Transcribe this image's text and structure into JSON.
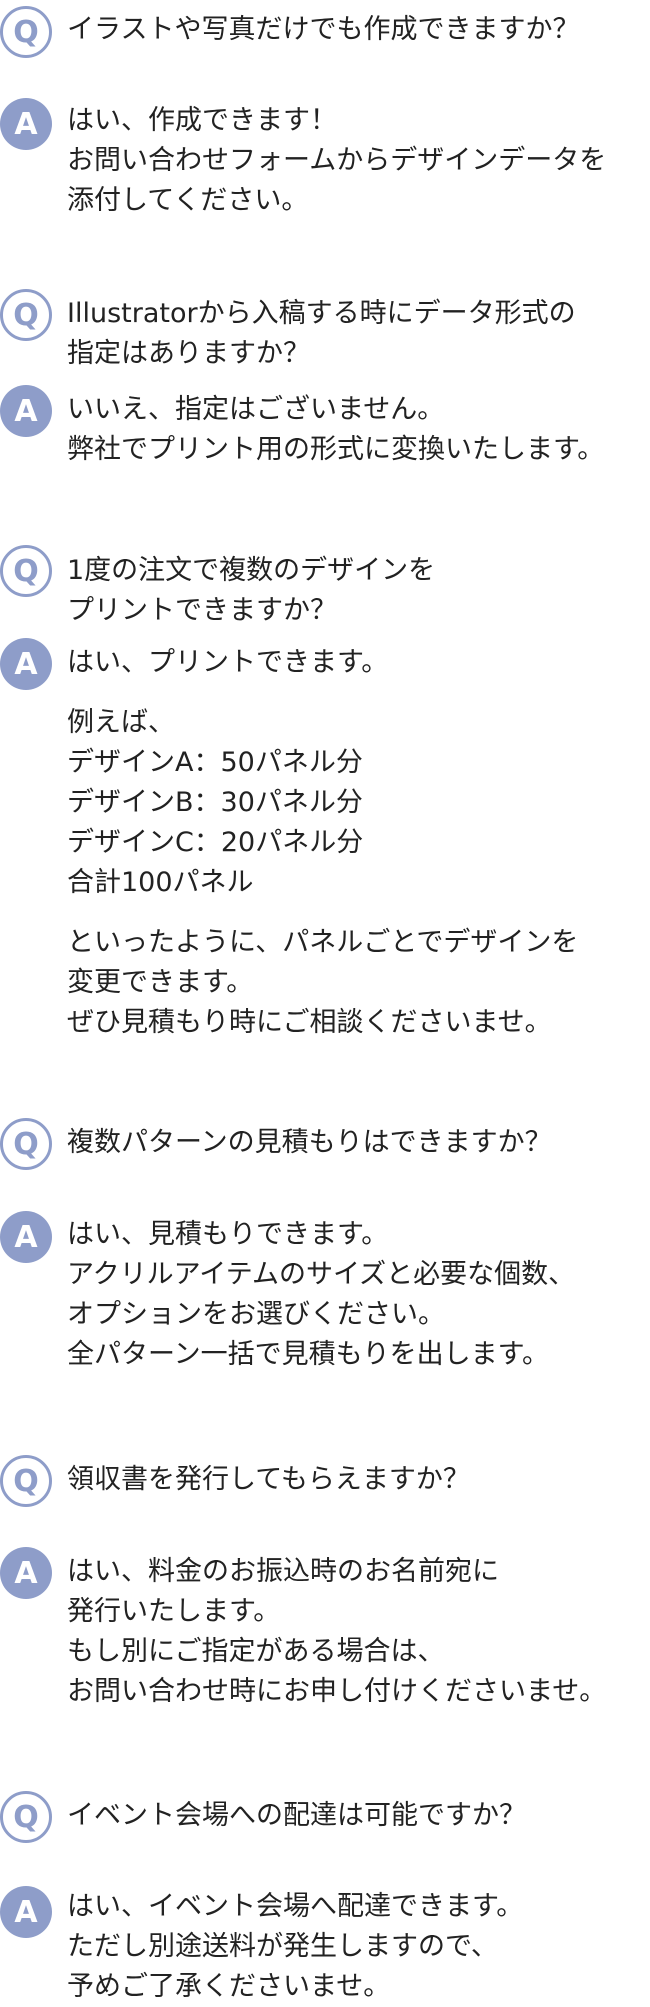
{
  "accent_color": "#8e9dc9",
  "badge": {
    "q": "Q",
    "a": "A"
  },
  "faq": [
    {
      "question": [
        "イラストや写真だけでも作成できますか？"
      ],
      "answer": [
        [
          "はい、作成できます！",
          "お問い合わせフォームからデザインデータを",
          "添付してください。"
        ]
      ]
    },
    {
      "question": [
        "Illustratorから入稿する時にデータ形式の",
        "指定はありますか？"
      ],
      "answer": [
        [
          "いいえ、指定はございません。",
          "弊社でプリント用の形式に変換いたします。"
        ]
      ]
    },
    {
      "question": [
        "1度の注文で複数のデザインを",
        "プリントできますか？"
      ],
      "answer": [
        [
          "はい、プリントできます。"
        ],
        [
          "例えば、",
          "デザインA：50パネル分",
          "デザインB：30パネル分",
          "デザインC：20パネル分",
          "合計100パネル"
        ],
        [
          "といったように、パネルごとでデザインを",
          "変更できます。",
          "ぜひ見積もり時にご相談くださいませ。"
        ]
      ]
    },
    {
      "question": [
        "複数パターンの見積もりはできますか？"
      ],
      "answer": [
        [
          "はい、見積もりできます。",
          "アクリルアイテムのサイズと必要な個数、",
          "オプションをお選びください。",
          "全パターン一括で見積もりを出します。"
        ]
      ]
    },
    {
      "question": [
        "領収書を発行してもらえますか？"
      ],
      "answer": [
        [
          "はい、料金のお振込時のお名前宛に",
          "発行いたします。",
          "もし別にご指定がある場合は、",
          "お問い合わせ時にお申し付けくださいませ。"
        ]
      ]
    },
    {
      "question": [
        "イベント会場への配達は可能ですか？"
      ],
      "answer": [
        [
          "はい、イベント会場へ配達できます。",
          "ただし別途送料が発生しますので、",
          "予めご了承くださいませ。"
        ]
      ]
    }
  ]
}
